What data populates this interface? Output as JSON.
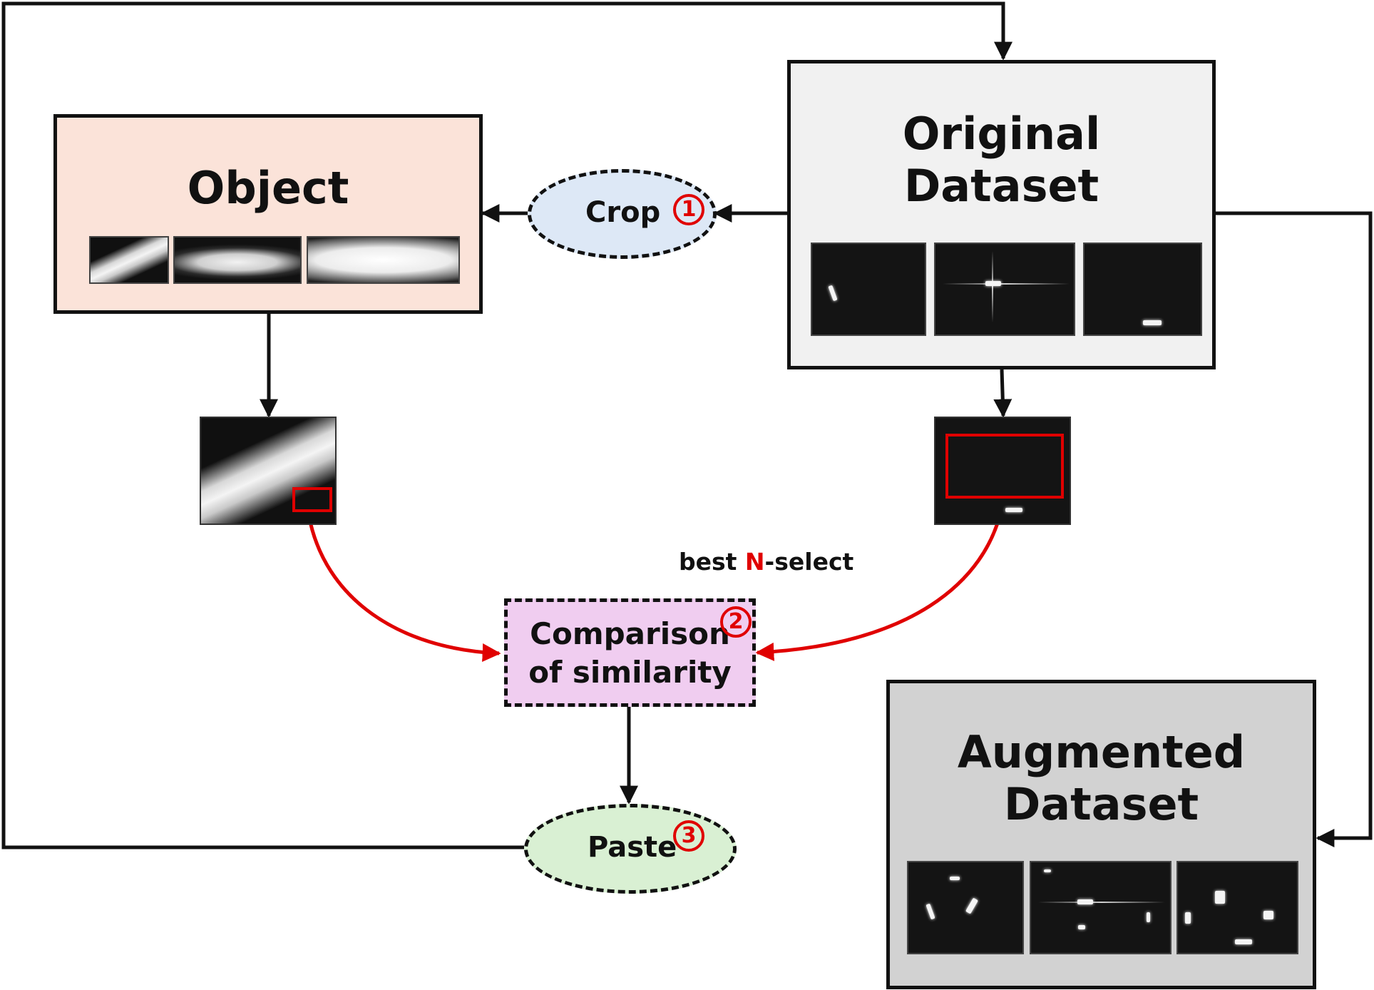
{
  "nodes": {
    "original": {
      "title_line1": "Original",
      "title_line2": "Dataset",
      "color": "#f1f1f1"
    },
    "object": {
      "title": "Object",
      "color": "#fbe3d9"
    },
    "augmented": {
      "title_line1": "Augmented",
      "title_line2": "Dataset",
      "color": "#d2d2d2"
    },
    "crop": {
      "label": "Crop",
      "step": "1",
      "color": "#dde8f6"
    },
    "comparison": {
      "line1": "Comparison",
      "line2": "of similarity",
      "step": "2",
      "color": "#f0cdf0"
    },
    "paste": {
      "label": "Paste",
      "step": "3",
      "color": "#d9f0d3"
    }
  },
  "annotation": {
    "prefix": "best ",
    "highlight": "N",
    "suffix": "-select"
  },
  "colors": {
    "arrow": "#111111",
    "highlight_arrow": "#e00000",
    "step_number": "#e00000"
  }
}
